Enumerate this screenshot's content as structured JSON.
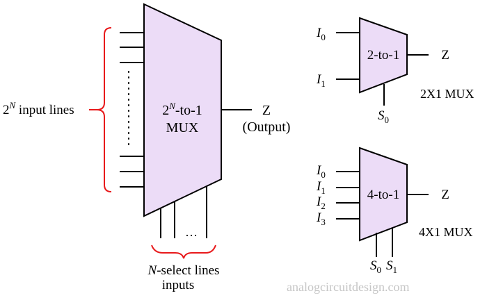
{
  "colors": {
    "mux_fill": "#ecdcf7",
    "stroke": "#000000",
    "bracket": "#e8191b",
    "watermark": "#c6c6c6"
  },
  "main_mux": {
    "label_power_base": "2",
    "label_power_exp": "N",
    "label_rest": "-to-1",
    "label_line2": "MUX",
    "output_label": "Z",
    "output_note": "(Output)",
    "input_bracket_base": "2",
    "input_bracket_exp": "N",
    "input_bracket_rest": " input lines",
    "select_dots": "…",
    "select_label_var": "N",
    "select_label_rest": "-select lines",
    "select_label_line2": "inputs"
  },
  "mux_2x1": {
    "inputs": [
      {
        "var": "I",
        "sub": "0"
      },
      {
        "var": "I",
        "sub": "1"
      }
    ],
    "label": "2-to-1",
    "output": "Z",
    "select": {
      "var": "S",
      "sub": "0"
    },
    "caption": "2X1 MUX"
  },
  "mux_4x1": {
    "inputs": [
      {
        "var": "I",
        "sub": "0"
      },
      {
        "var": "I",
        "sub": "1"
      },
      {
        "var": "I",
        "sub": "2"
      },
      {
        "var": "I",
        "sub": "3"
      }
    ],
    "label": "4-to-1",
    "output": "Z",
    "selects": [
      {
        "var": "S",
        "sub": "0"
      },
      {
        "var": "S",
        "sub": "1"
      }
    ],
    "caption": "4X1 MUX"
  },
  "watermark": "analogcircuitdesign.com"
}
